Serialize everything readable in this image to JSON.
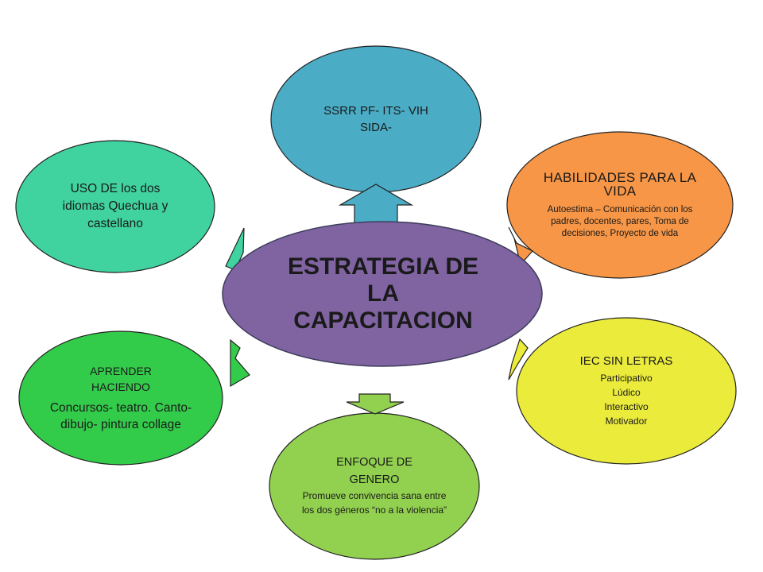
{
  "center": {
    "title": "ESTRATEGIA DE LA CAPACITACION"
  },
  "nodes": {
    "ssrr": {
      "text": "SSRR  PF- ITS- VIH SIDA-"
    },
    "habilidades": {
      "title": "HABILIDADES PARA  LA VIDA",
      "body": "Autoestima – Comunicación con los padres, docentes, pares, Toma de decisiones, Proyecto de vida"
    },
    "iec": {
      "title": "IEC SIN LETRAS",
      "items": [
        "Participativo",
        "Lúdico",
        "Interactivo",
        "Motivador"
      ]
    },
    "enfoque": {
      "title": "ENFOQUE DE GENERO",
      "body": "Promueve  convivencia sana entre los dos géneros “no a la violencia”"
    },
    "aprender": {
      "title": "APRENDER HACIENDO",
      "body": "Concursos- teatro. Canto- dibujo- pintura  collage"
    },
    "uso": {
      "text": "USO DE los dos idiomas  Quechua y castellano"
    }
  },
  "colors": {
    "center": "#8064a2",
    "ssrr": "#4bacc6",
    "habilidades": "#f79646",
    "iec": "#ebeb3c",
    "enfoque": "#92d050",
    "aprender": "#33cc4a",
    "uso": "#40d3a0",
    "arrow_top": "#4bacc6",
    "arrow_habilidades": "#f79646",
    "arrow_iec": "#ebeb3c",
    "arrow_enfoque": "#92d050",
    "arrow_aprender": "#33cc4a",
    "arrow_uso": "#40d3a0"
  }
}
